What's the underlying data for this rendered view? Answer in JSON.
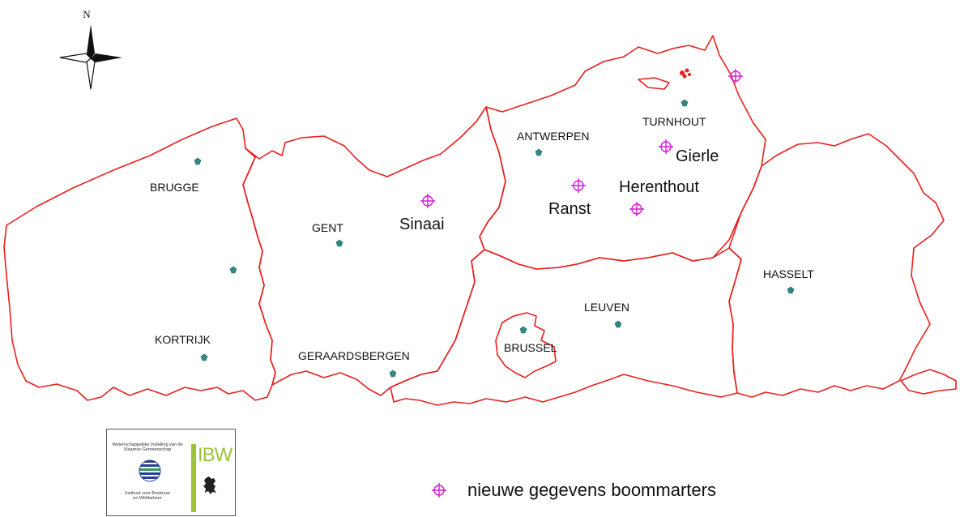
{
  "map": {
    "north_label": "N",
    "cities": [
      {
        "id": "brugge",
        "label": "BRUGGE"
      },
      {
        "id": "gent",
        "label": "GENT"
      },
      {
        "id": "kortrijk",
        "label": "KORTRIJK"
      },
      {
        "id": "geraardsbergen",
        "label": "GERAARDSBERGEN"
      },
      {
        "id": "antwerpen",
        "label": "ANTWERPEN"
      },
      {
        "id": "turnhout",
        "label": "TURNHOUT"
      },
      {
        "id": "brussel",
        "label": "BRUSSEL"
      },
      {
        "id": "leuven",
        "label": "LEUVEN"
      },
      {
        "id": "hasselt",
        "label": "HASSELT"
      }
    ],
    "new_sightings": [
      {
        "id": "sinaai",
        "label": "Sinaai"
      },
      {
        "id": "ranst",
        "label": "Ranst"
      },
      {
        "id": "herenthout",
        "label": "Herenthout"
      },
      {
        "id": "gierle",
        "label": "Gierle"
      },
      {
        "id": "northeast",
        "label": ""
      }
    ],
    "colors": {
      "border": "#e8201e",
      "city_marker": "#2f8a86",
      "sighting_marker": "#d21ad6"
    }
  },
  "legend": {
    "marker_label": "nieuwe gegevens boommarters"
  },
  "logo": {
    "line1": "Wetenschappelijke Instelling van de",
    "line2": "Vlaamse Gemeenschap",
    "line3": "Instituut voor Bosbouw",
    "line4": "en Wildbeheer",
    "mark": "IBW"
  }
}
